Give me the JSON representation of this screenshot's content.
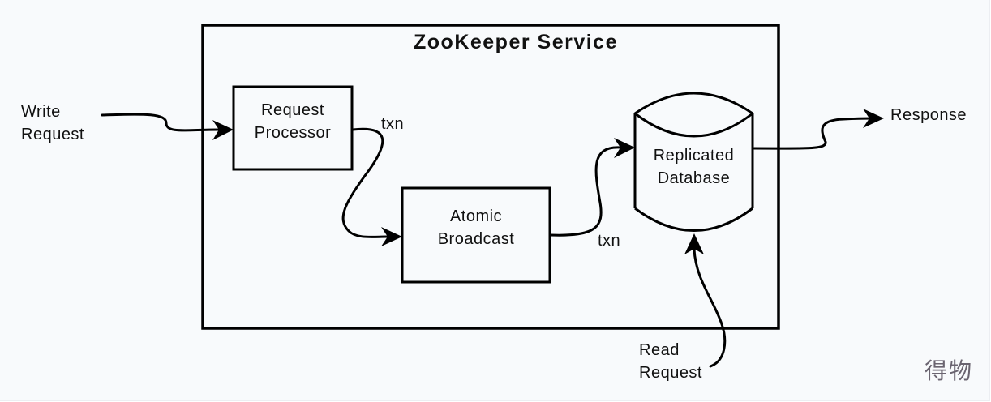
{
  "diagram": {
    "title": "ZooKeeper Service",
    "nodes": [
      {
        "id": "request-processor",
        "lines": [
          "Request",
          "Processor"
        ],
        "shape": "rectangle"
      },
      {
        "id": "atomic-broadcast",
        "lines": [
          "Atomic",
          "Broadcast"
        ],
        "shape": "rectangle"
      },
      {
        "id": "replicated-database",
        "lines": [
          "Replicated",
          "Database"
        ],
        "shape": "cylinder"
      }
    ],
    "external_labels": {
      "write_request": [
        "Write",
        "Request"
      ],
      "read_request": [
        "Read",
        "Request"
      ],
      "response": "Response"
    },
    "edges": [
      {
        "from": "write-request",
        "to": "request-processor",
        "label": ""
      },
      {
        "from": "request-processor",
        "to": "atomic-broadcast",
        "label": "txn"
      },
      {
        "from": "atomic-broadcast",
        "to": "replicated-database",
        "label": "txn"
      },
      {
        "from": "read-request",
        "to": "replicated-database",
        "label": ""
      },
      {
        "from": "replicated-database",
        "to": "response",
        "label": ""
      }
    ]
  },
  "watermark": "得物"
}
